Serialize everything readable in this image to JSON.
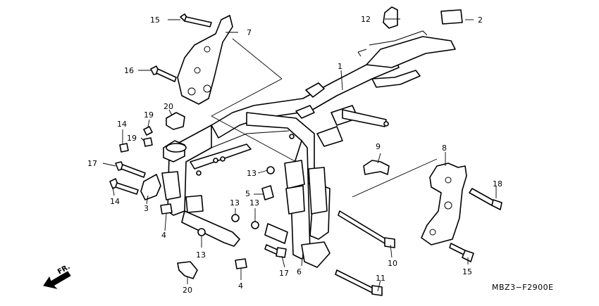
{
  "diagram": {
    "code": "MBZ3−F2900E",
    "direction": "FR.",
    "labels": {
      "p1": "1",
      "p2": "2",
      "p3": "3",
      "p4a": "4",
      "p4b": "4",
      "p5": "5",
      "p6": "6",
      "p7": "7",
      "p8": "8",
      "p9": "9",
      "p10": "10",
      "p11": "11",
      "p12": "12",
      "p13a": "13",
      "p13b": "13",
      "p13c": "13",
      "p13d": "13",
      "p14a": "14",
      "p14b": "14",
      "p15a": "15",
      "p15b": "15",
      "p16": "16",
      "p17a": "17",
      "p17b": "17",
      "p18": "18",
      "p19a": "19",
      "p19b": "19",
      "p20a": "20",
      "p20b": "20"
    }
  }
}
